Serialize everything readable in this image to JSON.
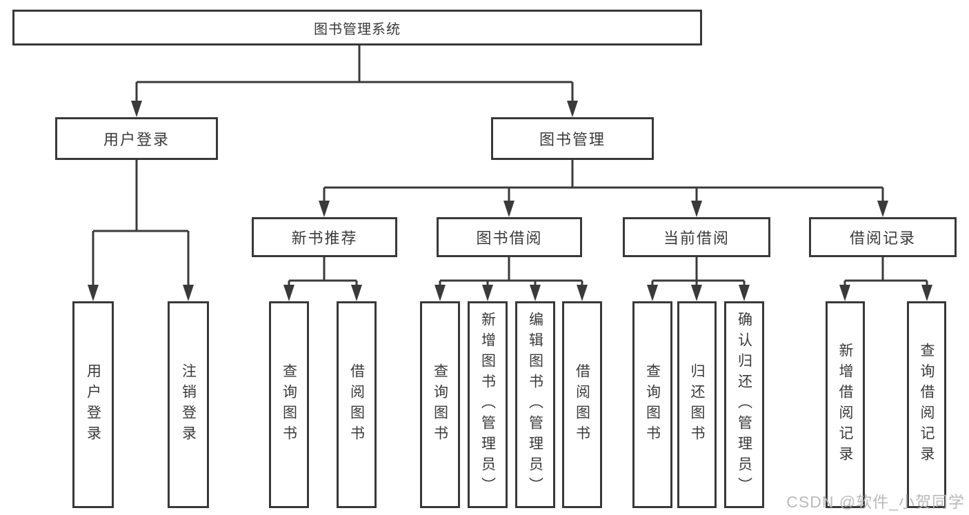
{
  "diagram": {
    "root": {
      "label": "图书管理系统"
    },
    "branches": [
      {
        "label": "用户登录",
        "children": [
          {
            "label": "用户登录"
          },
          {
            "label": "注销登录"
          }
        ]
      },
      {
        "label": "图书管理",
        "children": [
          {
            "label": "新书推荐",
            "children": [
              {
                "label": "查询图书"
              },
              {
                "label": "借阅图书"
              }
            ]
          },
          {
            "label": "图书借阅",
            "children": [
              {
                "label": "查询图书"
              },
              {
                "label": "新增图书（管理员）"
              },
              {
                "label": "编辑图书（管理员）"
              },
              {
                "label": "借阅图书"
              }
            ]
          },
          {
            "label": "当前借阅",
            "children": [
              {
                "label": "查询图书"
              },
              {
                "label": "归还图书"
              },
              {
                "label": "确认归还（管理员）"
              }
            ]
          },
          {
            "label": "借阅记录",
            "children": [
              {
                "label": "新增借阅记录"
              },
              {
                "label": "查询借阅记录"
              }
            ]
          }
        ]
      }
    ]
  },
  "watermark": {
    "text": "CSDN @软件_小贺同学"
  },
  "colors": {
    "line": "#3a3a3a",
    "box_border": "#383838",
    "text": "#3a3a3a",
    "background": "#ffffff",
    "watermark": "#b6b6b6"
  }
}
